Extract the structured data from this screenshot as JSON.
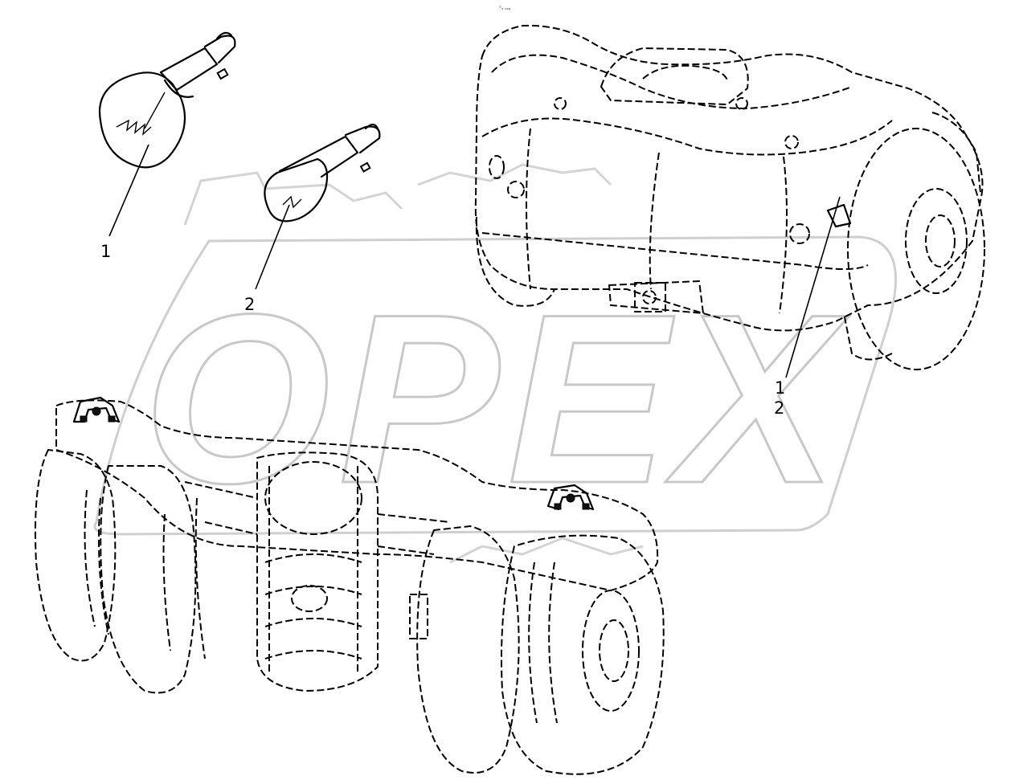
{
  "header": {
    "code": "°ₐ ₐₐₐ"
  },
  "watermark": {
    "brand": "OPEX",
    "color": "#c8c8c8"
  },
  "callouts": {
    "bulb_large": "1",
    "bulb_small": "2",
    "lamp_ref_1": "1",
    "lamp_ref_2": "2"
  }
}
